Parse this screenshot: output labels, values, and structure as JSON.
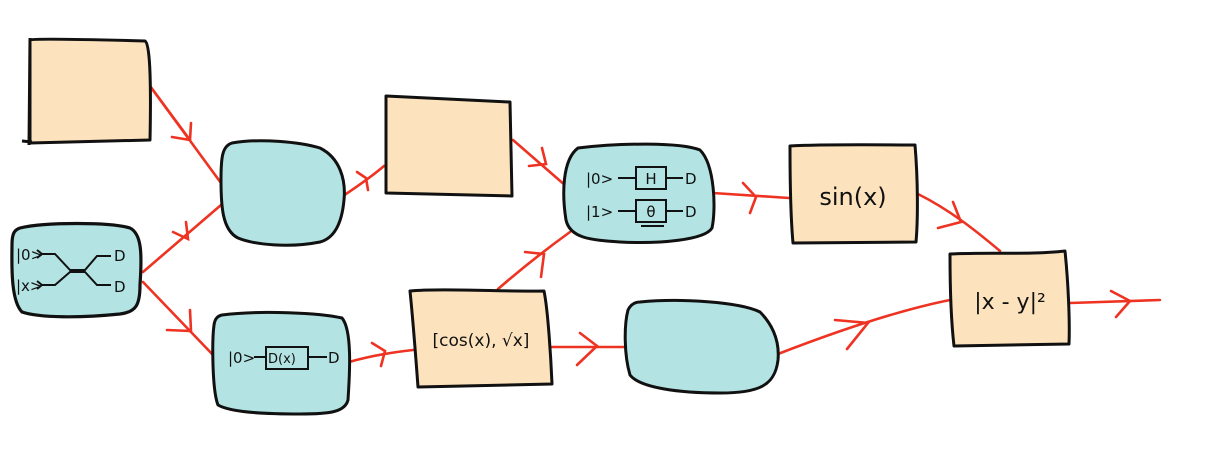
{
  "diagram": {
    "type": "hand-drawn dataflow / hybrid quantum-classical pipeline",
    "colors": {
      "classical_fill": "#fde3bd",
      "quantum_fill": "#b3e3e3",
      "outline": "#111111",
      "classical_shadow": "#4a2a10",
      "arrow": "#ee3322",
      "background": "#ffffff"
    },
    "nodes": [
      {
        "id": "n1",
        "kind": "classical",
        "label": ""
      },
      {
        "id": "n2",
        "kind": "quantum",
        "circuit": {
          "inputs": [
            "|0>",
            "|x>"
          ],
          "gates": [],
          "entangling": "crossing wires",
          "outputs": [
            "D",
            "D"
          ]
        }
      },
      {
        "id": "n3",
        "kind": "quantum",
        "label": ""
      },
      {
        "id": "n4",
        "kind": "classical",
        "label": ""
      },
      {
        "id": "n5",
        "kind": "quantum",
        "circuit": {
          "inputs": [
            "|0>"
          ],
          "gates": [
            "D(x)"
          ],
          "outputs": [
            "D"
          ]
        }
      },
      {
        "id": "n6",
        "kind": "classical",
        "label": "[cos(x), √x]"
      },
      {
        "id": "n7",
        "kind": "quantum",
        "circuit": {
          "inputs": [
            "|0>",
            "|1>"
          ],
          "gates": [
            "H",
            "θ"
          ],
          "outputs": [
            "D",
            "D"
          ]
        }
      },
      {
        "id": "n8",
        "kind": "quantum",
        "label": ""
      },
      {
        "id": "n9",
        "kind": "classical",
        "label": "sin(x)"
      },
      {
        "id": "n10",
        "kind": "classical",
        "label": "|x - y|²"
      }
    ],
    "edges": [
      {
        "from": "n1",
        "to": "n3"
      },
      {
        "from": "n2",
        "to": "n3"
      },
      {
        "from": "n2",
        "to": "n5"
      },
      {
        "from": "n3",
        "to": "n4"
      },
      {
        "from": "n4",
        "to": "n7"
      },
      {
        "from": "n5",
        "to": "n6"
      },
      {
        "from": "n6",
        "to": "n7"
      },
      {
        "from": "n6",
        "to": "n8"
      },
      {
        "from": "n7",
        "to": "n9"
      },
      {
        "from": "n9",
        "to": "n10"
      },
      {
        "from": "n8",
        "to": "n10"
      },
      {
        "from": "n10",
        "to": "output"
      }
    ],
    "text": {
      "n2_in0": "|0>",
      "n2_in1": "|x>",
      "n2_out0": "D",
      "n2_out1": "D",
      "n5_in": "|0>",
      "n5_gate": "D(x)",
      "n5_out": "D",
      "n6_label": "[cos(x), √x]",
      "n7_in0": "|0>",
      "n7_in1": "|1>",
      "n7_gate0": "H",
      "n7_gate1": "θ",
      "n7_out0": "D",
      "n7_out1": "D",
      "n9_label": "sin(x)",
      "n10_label": "|x - y|²"
    }
  }
}
